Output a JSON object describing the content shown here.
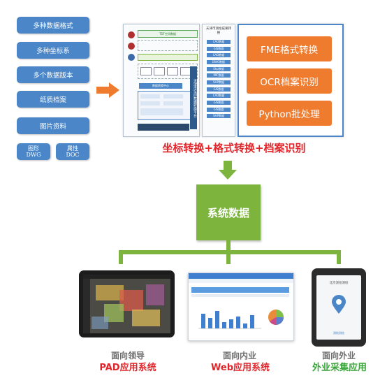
{
  "sources": [
    "多种数据格式",
    "多种坐标系",
    "多个数据版本",
    "纸质档案",
    "图片资料"
  ],
  "source_pairs": [
    {
      "top": "图形",
      "bottom": "DWG"
    },
    {
      "top": "属性",
      "bottom": "DOC"
    }
  ],
  "middle_panel": {
    "title": "天津市空间数据转换平台",
    "header": "TDT空间数据",
    "center_title": "数据转换中心"
  },
  "list_panel": {
    "title": "天津市测绘成果转换",
    "items": [
      "CAD数据",
      "GIS数据",
      "CAD数据",
      "DWG数据",
      "Shp数据",
      "MIF数据",
      "SHP数据",
      "GIS数据",
      "CAD数据",
      "GIS数据",
      "GIS数据",
      "SHP数据"
    ]
  },
  "operations": [
    "FME格式转换",
    "OCR档案识别",
    "Python批处理"
  ],
  "process_caption": "坐标转换+格式转换+档案识别",
  "system_data": "系统数据",
  "outputs": [
    {
      "label": "面向领导",
      "system": "PAD应用系统",
      "color": "#e0262b"
    },
    {
      "label": "面向内业",
      "system": "Web应用系统",
      "color": "#e0262b"
    },
    {
      "label": "面向外业",
      "system": "外业采集应用",
      "color": "#3aa53a"
    }
  ],
  "phone": {
    "title": "北京测绘测绘",
    "brand": "测绘测绘"
  },
  "colors": {
    "blue": "#4a86c8",
    "orange": "#ef7c2e",
    "green": "#7cb43d",
    "red": "#e0262b"
  }
}
